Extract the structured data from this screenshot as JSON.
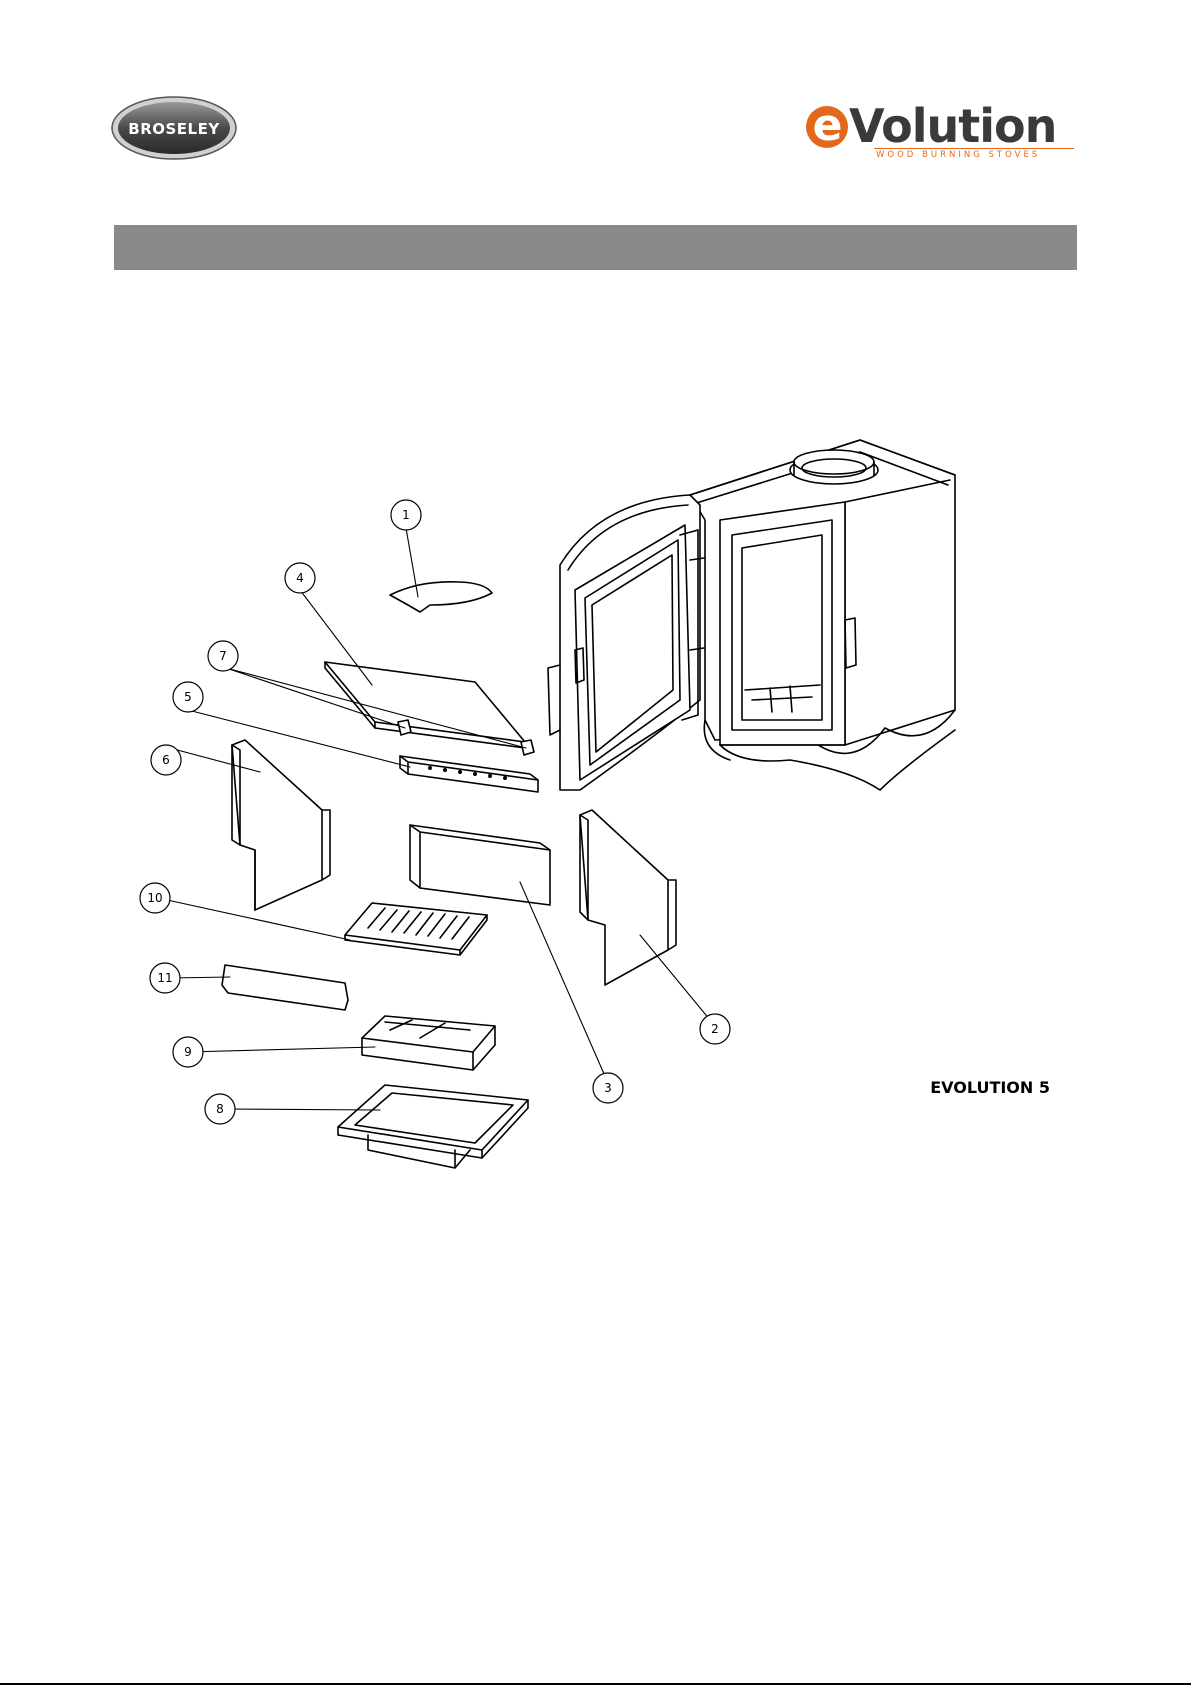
{
  "header": {
    "left_logo": {
      "icon": "broseley-badge-logo",
      "text": "BROSELEY"
    },
    "right_logo": {
      "icon": "evolution-brand-logo",
      "text": "Volution",
      "mark": "e",
      "tagline": "WOOD BURNING STOVES"
    },
    "bar_color": "#8a8a8a"
  },
  "diagram": {
    "model_name": "EVOLUTION 5",
    "callouts": [
      "1",
      "2",
      "3",
      "4",
      "5",
      "6",
      "7",
      "8",
      "9",
      "10",
      "11"
    ]
  },
  "colors": {
    "accent": "#e4681c",
    "line": "#000000"
  }
}
